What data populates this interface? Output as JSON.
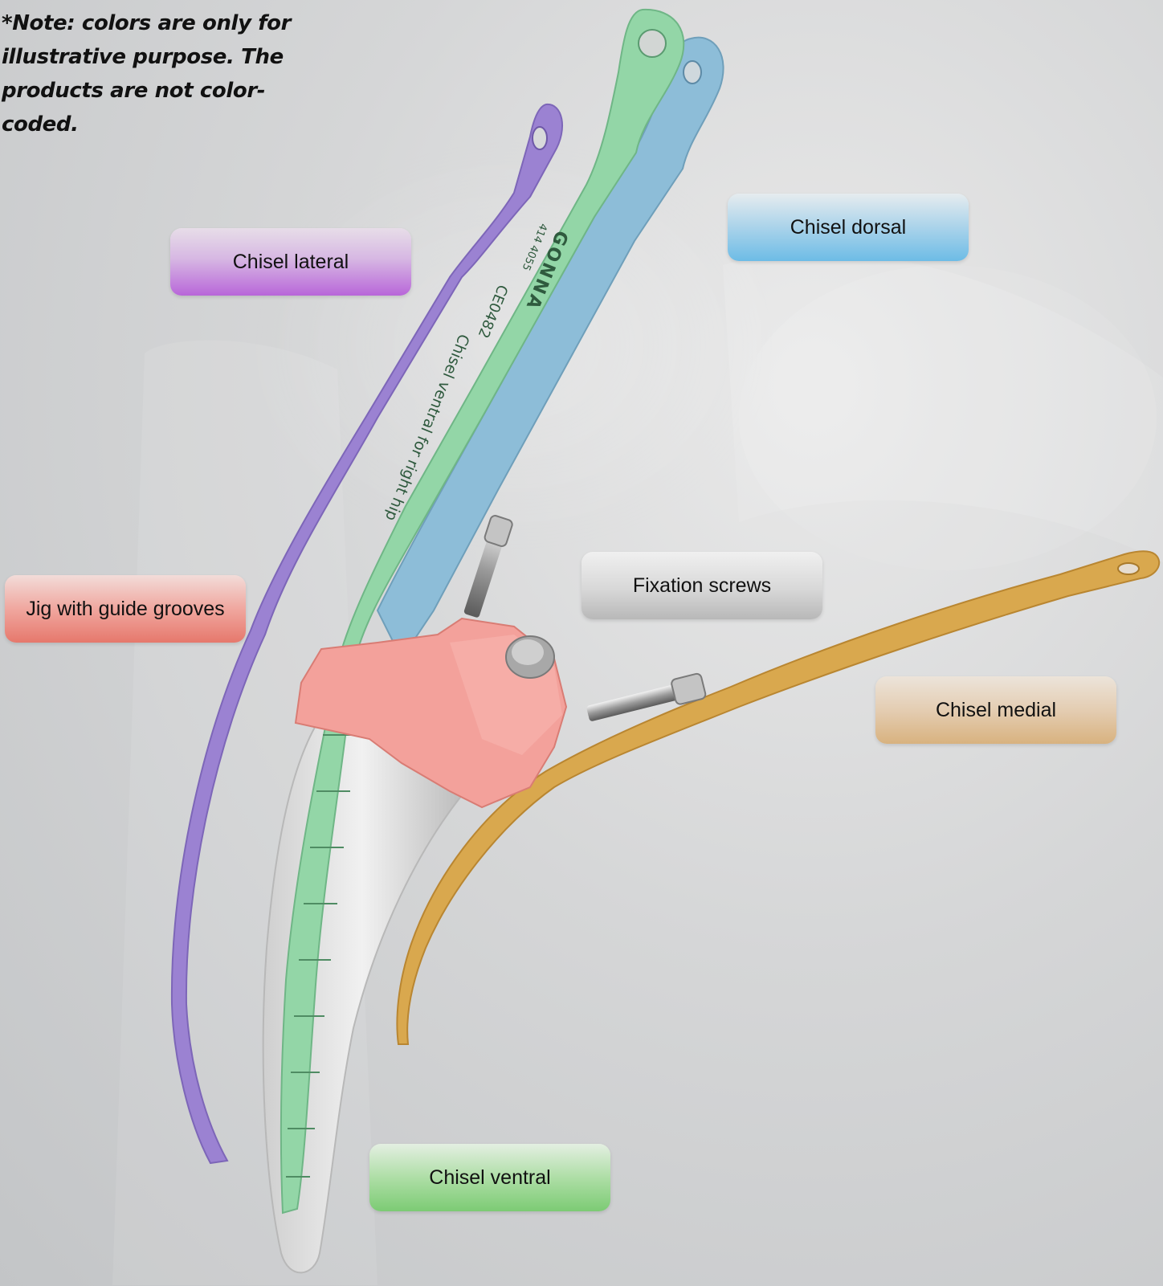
{
  "note": "*Note: colors are only for illustrative purpose. The products are not color-coded.",
  "labels": {
    "chisel_lateral": "Chisel lateral",
    "chisel_dorsal": "Chisel dorsal",
    "fixation_screws": "Fixation screws",
    "jig": "Jig with guide grooves",
    "chisel_medial": "Chisel medial",
    "chisel_ventral": "Chisel ventral"
  },
  "engraving": {
    "brand": "GONNA",
    "part_no": "414 4055",
    "ce": "CE0482",
    "name": "Chisel ventral for right hip"
  },
  "colors": {
    "lateral": "#9a7fd0",
    "dorsal": "#8bbcd6",
    "ventral": "#8fd3a4",
    "medial": "#d8a64c",
    "jig": "#f19a93",
    "stem": "#dedede"
  }
}
